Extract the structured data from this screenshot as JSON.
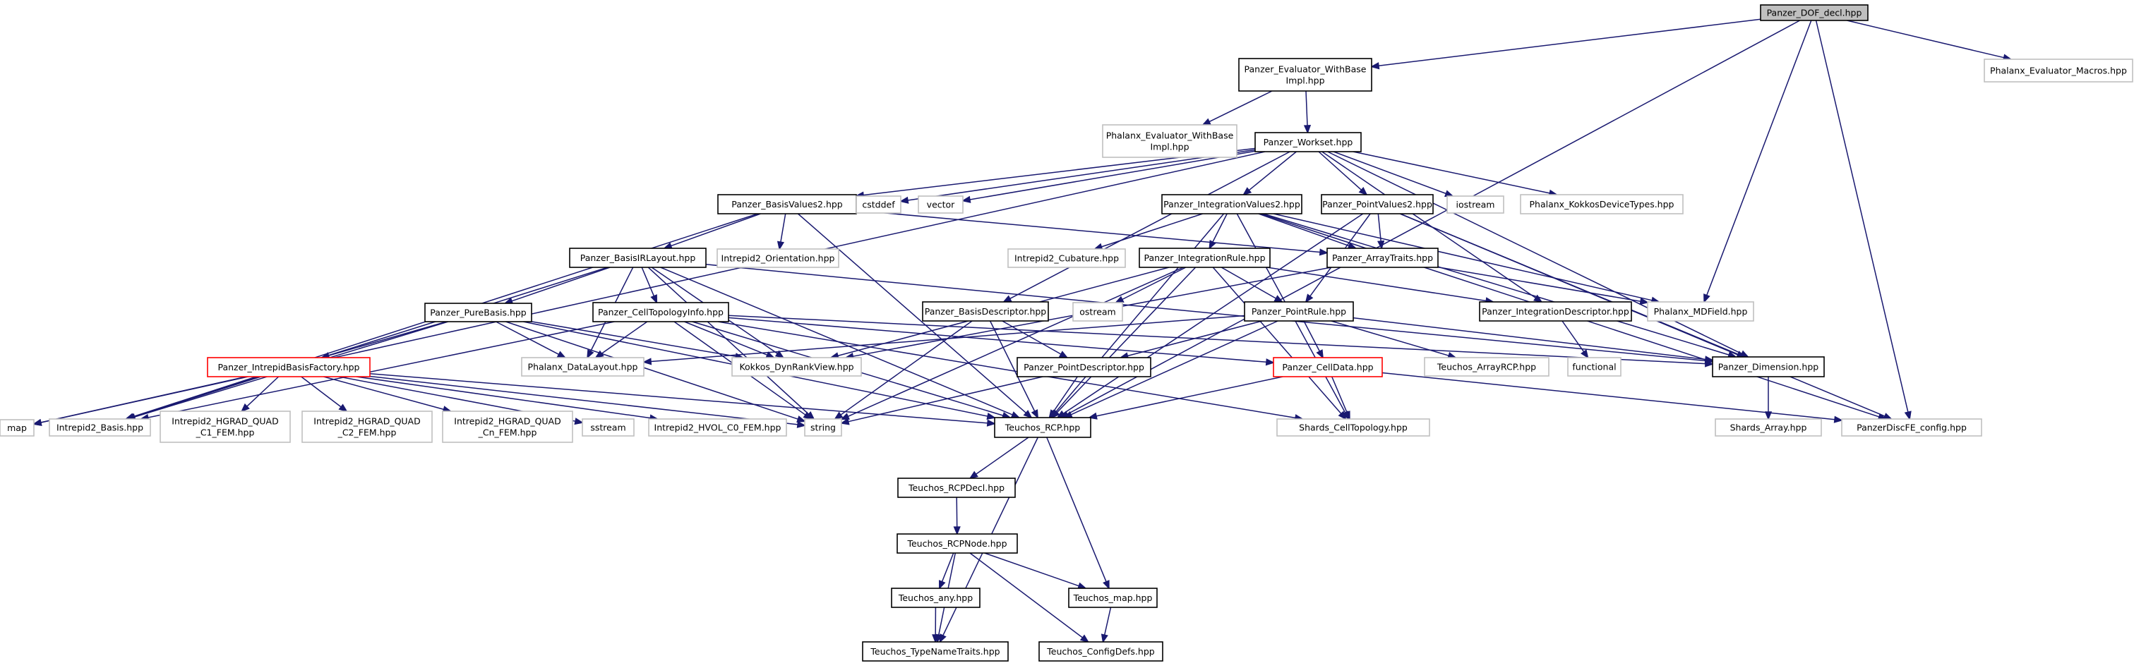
{
  "colors": {
    "edge": "#191970",
    "focus_fill": "#bfbfbf",
    "focus_border": "#000000",
    "documented_border": "#000000",
    "undocumented_border": "#bfbfbf",
    "truncated_border": "#ff0000"
  },
  "nodes": {
    "dof_decl": {
      "lines": [
        "Panzer_DOF_decl.hpp"
      ],
      "kind": "focus"
    },
    "eval_with_base_impl": {
      "lines": [
        "Panzer_Evaluator_WithBase",
        "Impl.hpp"
      ],
      "kind": "documented"
    },
    "phalanx_macros": {
      "lines": [
        "Phalanx_Evaluator_Macros.hpp"
      ],
      "kind": "external"
    },
    "phalanx_with_base_impl": {
      "lines": [
        "Phalanx_Evaluator_WithBase",
        "Impl.hpp"
      ],
      "kind": "external"
    },
    "workset": {
      "lines": [
        "Panzer_Workset.hpp"
      ],
      "kind": "documented"
    },
    "basis_values2": {
      "lines": [
        "Panzer_BasisValues2.hpp"
      ],
      "kind": "documented"
    },
    "cstddef": {
      "lines": [
        "cstddef"
      ],
      "kind": "external"
    },
    "vector": {
      "lines": [
        "vector"
      ],
      "kind": "external"
    },
    "integration_values2": {
      "lines": [
        "Panzer_IntegrationValues2.hpp"
      ],
      "kind": "documented"
    },
    "point_values2": {
      "lines": [
        "Panzer_PointValues2.hpp"
      ],
      "kind": "documented"
    },
    "iostream": {
      "lines": [
        "iostream"
      ],
      "kind": "external"
    },
    "kokkos_device_types": {
      "lines": [
        "Phalanx_KokkosDeviceTypes.hpp"
      ],
      "kind": "external"
    },
    "basis_ir_layout": {
      "lines": [
        "Panzer_BasisIRLayout.hpp"
      ],
      "kind": "documented"
    },
    "intrepid2_orientation": {
      "lines": [
        "Intrepid2_Orientation.hpp"
      ],
      "kind": "external"
    },
    "intrepid2_cubature": {
      "lines": [
        "Intrepid2_Cubature.hpp"
      ],
      "kind": "external"
    },
    "integration_rule": {
      "lines": [
        "Panzer_IntegrationRule.hpp"
      ],
      "kind": "documented"
    },
    "array_traits": {
      "lines": [
        "Panzer_ArrayTraits.hpp"
      ],
      "kind": "documented"
    },
    "pure_basis": {
      "lines": [
        "Panzer_PureBasis.hpp"
      ],
      "kind": "documented"
    },
    "cell_topology_info": {
      "lines": [
        "Panzer_CellTopologyInfo.hpp"
      ],
      "kind": "documented"
    },
    "basis_descriptor": {
      "lines": [
        "Panzer_BasisDescriptor.hpp"
      ],
      "kind": "documented"
    },
    "ostream": {
      "lines": [
        "ostream"
      ],
      "kind": "external"
    },
    "point_rule": {
      "lines": [
        "Panzer_PointRule.hpp"
      ],
      "kind": "documented"
    },
    "integration_descriptor": {
      "lines": [
        "Panzer_IntegrationDescriptor.hpp"
      ],
      "kind": "documented"
    },
    "phalanx_mdfield": {
      "lines": [
        "Phalanx_MDField.hpp"
      ],
      "kind": "external"
    },
    "intrepid_basis_factory": {
      "lines": [
        "Panzer_IntrepidBasisFactory.hpp"
      ],
      "kind": "truncated"
    },
    "phalanx_data_layout": {
      "lines": [
        "Phalanx_DataLayout.hpp"
      ],
      "kind": "external"
    },
    "kokkos_dyn_rank_view": {
      "lines": [
        "Kokkos_DynRankView.hpp"
      ],
      "kind": "external"
    },
    "point_descriptor": {
      "lines": [
        "Panzer_PointDescriptor.hpp"
      ],
      "kind": "documented"
    },
    "cell_data": {
      "lines": [
        "Panzer_CellData.hpp"
      ],
      "kind": "truncated"
    },
    "teuchos_array_rcp": {
      "lines": [
        "Teuchos_ArrayRCP.hpp"
      ],
      "kind": "external"
    },
    "functional": {
      "lines": [
        "functional"
      ],
      "kind": "external"
    },
    "dimension": {
      "lines": [
        "Panzer_Dimension.hpp"
      ],
      "kind": "documented"
    },
    "map": {
      "lines": [
        "map"
      ],
      "kind": "external"
    },
    "intrepid2_basis": {
      "lines": [
        "Intrepid2_Basis.hpp"
      ],
      "kind": "external"
    },
    "hgrad_quad_c1": {
      "lines": [
        "Intrepid2_HGRAD_QUAD",
        "_C1_FEM.hpp"
      ],
      "kind": "external"
    },
    "hgrad_quad_c2": {
      "lines": [
        "Intrepid2_HGRAD_QUAD",
        "_C2_FEM.hpp"
      ],
      "kind": "external"
    },
    "hgrad_quad_cn": {
      "lines": [
        "Intrepid2_HGRAD_QUAD",
        "_Cn_FEM.hpp"
      ],
      "kind": "external"
    },
    "sstream": {
      "lines": [
        "sstream"
      ],
      "kind": "external"
    },
    "hvol_c0": {
      "lines": [
        "Intrepid2_HVOL_C0_FEM.hpp"
      ],
      "kind": "external"
    },
    "string": {
      "lines": [
        "string"
      ],
      "kind": "external"
    },
    "teuchos_rcp": {
      "lines": [
        "Teuchos_RCP.hpp"
      ],
      "kind": "documented"
    },
    "shards_cell_topology": {
      "lines": [
        "Shards_CellTopology.hpp"
      ],
      "kind": "external"
    },
    "shards_array": {
      "lines": [
        "Shards_Array.hpp"
      ],
      "kind": "external"
    },
    "panzer_disc_fe_config": {
      "lines": [
        "PanzerDiscFE_config.hpp"
      ],
      "kind": "external"
    },
    "teuchos_rcp_decl": {
      "lines": [
        "Teuchos_RCPDecl.hpp"
      ],
      "kind": "documented"
    },
    "teuchos_rcp_node": {
      "lines": [
        "Teuchos_RCPNode.hpp"
      ],
      "kind": "documented"
    },
    "teuchos_any": {
      "lines": [
        "Teuchos_any.hpp"
      ],
      "kind": "documented"
    },
    "teuchos_map": {
      "lines": [
        "Teuchos_map.hpp"
      ],
      "kind": "documented"
    },
    "teuchos_type_name_traits": {
      "lines": [
        "Teuchos_TypeNameTraits.hpp"
      ],
      "kind": "documented"
    },
    "teuchos_config_defs": {
      "lines": [
        "Teuchos_ConfigDefs.hpp"
      ],
      "kind": "documented"
    }
  },
  "edges": [
    [
      "dof_decl",
      "eval_with_base_impl"
    ],
    [
      "dof_decl",
      "phalanx_macros"
    ],
    [
      "dof_decl",
      "phalanx_mdfield"
    ],
    [
      "dof_decl",
      "panzer_disc_fe_config"
    ],
    [
      "dof_decl",
      "teuchos_rcp"
    ],
    [
      "eval_with_base_impl",
      "phalanx_with_base_impl"
    ],
    [
      "eval_with_base_impl",
      "workset"
    ],
    [
      "workset",
      "basis_values2"
    ],
    [
      "workset",
      "cstddef"
    ],
    [
      "workset",
      "vector"
    ],
    [
      "workset",
      "integration_values2"
    ],
    [
      "workset",
      "point_values2"
    ],
    [
      "workset",
      "iostream"
    ],
    [
      "workset",
      "kokkos_device_types"
    ],
    [
      "workset",
      "basis_descriptor"
    ],
    [
      "workset",
      "integration_descriptor"
    ],
    [
      "workset",
      "dimension"
    ],
    [
      "workset",
      "map"
    ],
    [
      "basis_values2",
      "basis_ir_layout"
    ],
    [
      "basis_values2",
      "intrepid2_orientation"
    ],
    [
      "basis_values2",
      "array_traits"
    ],
    [
      "basis_values2",
      "teuchos_rcp"
    ],
    [
      "basis_values2",
      "intrepid2_basis"
    ],
    [
      "integration_values2",
      "intrepid2_cubature"
    ],
    [
      "integration_values2",
      "integration_rule"
    ],
    [
      "integration_values2",
      "array_traits"
    ],
    [
      "integration_values2",
      "phalanx_mdfield"
    ],
    [
      "integration_values2",
      "dimension"
    ],
    [
      "integration_values2",
      "panzer_disc_fe_config"
    ],
    [
      "integration_values2",
      "teuchos_rcp"
    ],
    [
      "integration_values2",
      "shards_cell_topology"
    ],
    [
      "point_values2",
      "array_traits"
    ],
    [
      "point_values2",
      "point_rule"
    ],
    [
      "point_values2",
      "dimension"
    ],
    [
      "point_values2",
      "panzer_disc_fe_config"
    ],
    [
      "point_values2",
      "teuchos_rcp"
    ],
    [
      "basis_ir_layout",
      "pure_basis"
    ],
    [
      "basis_ir_layout",
      "cell_topology_info"
    ],
    [
      "basis_ir_layout",
      "phalanx_data_layout"
    ],
    [
      "basis_ir_layout",
      "kokkos_dyn_rank_view"
    ],
    [
      "basis_ir_layout",
      "intrepid2_basis"
    ],
    [
      "basis_ir_layout",
      "string"
    ],
    [
      "basis_ir_layout",
      "teuchos_rcp"
    ],
    [
      "basis_ir_layout",
      "dimension"
    ],
    [
      "integration_rule",
      "ostream"
    ],
    [
      "integration_rule",
      "point_rule"
    ],
    [
      "integration_rule",
      "integration_descriptor"
    ],
    [
      "integration_rule",
      "kokkos_dyn_rank_view"
    ],
    [
      "integration_rule",
      "string"
    ],
    [
      "integration_rule",
      "teuchos_rcp"
    ],
    [
      "integration_rule",
      "shards_cell_topology"
    ],
    [
      "array_traits",
      "phalanx_mdfield"
    ],
    [
      "array_traits",
      "kokkos_dyn_rank_view"
    ],
    [
      "pure_basis",
      "intrepid_basis_factory"
    ],
    [
      "pure_basis",
      "phalanx_data_layout"
    ],
    [
      "pure_basis",
      "kokkos_dyn_rank_view"
    ],
    [
      "pure_basis",
      "intrepid2_basis"
    ],
    [
      "pure_basis",
      "string"
    ],
    [
      "pure_basis",
      "teuchos_rcp"
    ],
    [
      "cell_topology_info",
      "phalanx_data_layout"
    ],
    [
      "cell_topology_info",
      "kokkos_dyn_rank_view"
    ],
    [
      "cell_topology_info",
      "cell_data"
    ],
    [
      "cell_topology_info",
      "dimension"
    ],
    [
      "cell_topology_info",
      "intrepid2_basis"
    ],
    [
      "cell_topology_info",
      "string"
    ],
    [
      "cell_topology_info",
      "teuchos_rcp"
    ],
    [
      "cell_topology_info",
      "shards_cell_topology"
    ],
    [
      "basis_descriptor",
      "point_descriptor"
    ],
    [
      "basis_descriptor",
      "string"
    ],
    [
      "basis_descriptor",
      "teuchos_rcp"
    ],
    [
      "point_rule",
      "phalanx_data_layout"
    ],
    [
      "point_rule",
      "teuchos_array_rcp"
    ],
    [
      "point_rule",
      "point_descriptor"
    ],
    [
      "point_rule",
      "cell_data"
    ],
    [
      "point_rule",
      "teuchos_rcp"
    ],
    [
      "point_rule",
      "dimension"
    ],
    [
      "integration_descriptor",
      "functional"
    ],
    [
      "intrepid_basis_factory",
      "map"
    ],
    [
      "intrepid_basis_factory",
      "intrepid2_basis"
    ],
    [
      "intrepid_basis_factory",
      "hgrad_quad_c1"
    ],
    [
      "intrepid_basis_factory",
      "hgrad_quad_c2"
    ],
    [
      "intrepid_basis_factory",
      "hgrad_quad_cn"
    ],
    [
      "intrepid_basis_factory",
      "sstream"
    ],
    [
      "intrepid_basis_factory",
      "hvol_c0"
    ],
    [
      "intrepid_basis_factory",
      "string"
    ],
    [
      "intrepid_basis_factory",
      "teuchos_rcp"
    ],
    [
      "point_descriptor",
      "string"
    ],
    [
      "point_descriptor",
      "teuchos_rcp"
    ],
    [
      "cell_data",
      "teuchos_rcp"
    ],
    [
      "cell_data",
      "shards_cell_topology"
    ],
    [
      "cell_data",
      "panzer_disc_fe_config"
    ],
    [
      "dimension",
      "shards_array"
    ],
    [
      "teuchos_rcp",
      "teuchos_rcp_decl"
    ],
    [
      "teuchos_rcp",
      "teuchos_map"
    ],
    [
      "teuchos_rcp",
      "teuchos_type_name_traits"
    ],
    [
      "teuchos_rcp_decl",
      "teuchos_rcp_node"
    ],
    [
      "teuchos_rcp_node",
      "teuchos_any"
    ],
    [
      "teuchos_rcp_node",
      "teuchos_map"
    ],
    [
      "teuchos_rcp_node",
      "teuchos_config_defs"
    ],
    [
      "teuchos_rcp_node",
      "teuchos_type_name_traits"
    ],
    [
      "teuchos_any",
      "teuchos_type_name_traits"
    ],
    [
      "teuchos_map",
      "teuchos_config_defs"
    ]
  ]
}
